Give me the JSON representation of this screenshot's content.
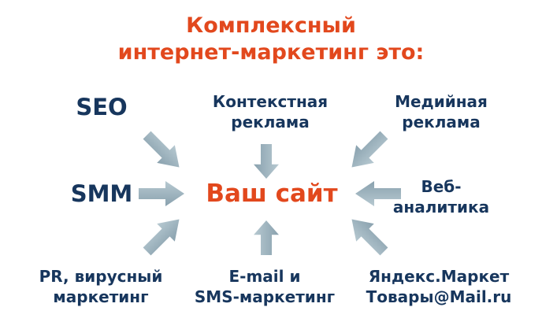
{
  "title": {
    "text": "Комплексный\nинтернет-маркетинг это:"
  },
  "center": {
    "label": "Ваш сайт"
  },
  "nodes": {
    "seo": {
      "label": "SEO"
    },
    "contextual": {
      "label": "Контекстная\nреклама"
    },
    "media": {
      "label": "Медийная\nреклама"
    },
    "smm": {
      "label": "SMM"
    },
    "web_analytics": {
      "label": "Веб-\nаналитика"
    },
    "pr": {
      "label": "PR, вирусный\nмаркетинг"
    },
    "email": {
      "label": "E-mail и\nSMS-маркетинг"
    },
    "marketplaces": {
      "label": "Яндекс.Маркет\nТовары@Mail.ru"
    }
  },
  "arrows": [
    {
      "name": "arrow-from-seo",
      "direction": "down-right"
    },
    {
      "name": "arrow-from-contextual",
      "direction": "down"
    },
    {
      "name": "arrow-from-media",
      "direction": "down-left"
    },
    {
      "name": "arrow-from-smm",
      "direction": "right"
    },
    {
      "name": "arrow-from-web-analytics",
      "direction": "left"
    },
    {
      "name": "arrow-from-pr",
      "direction": "up-right"
    },
    {
      "name": "arrow-from-email",
      "direction": "up"
    },
    {
      "name": "arrow-from-marketplaces",
      "direction": "up-left"
    }
  ],
  "colors": {
    "background": "#ffffff",
    "title": "#e2481d",
    "center_label": "#e2481d",
    "node_label": "#17365d",
    "arrow_light": "#b7c9d1",
    "arrow_dark": "#89a1ae"
  }
}
